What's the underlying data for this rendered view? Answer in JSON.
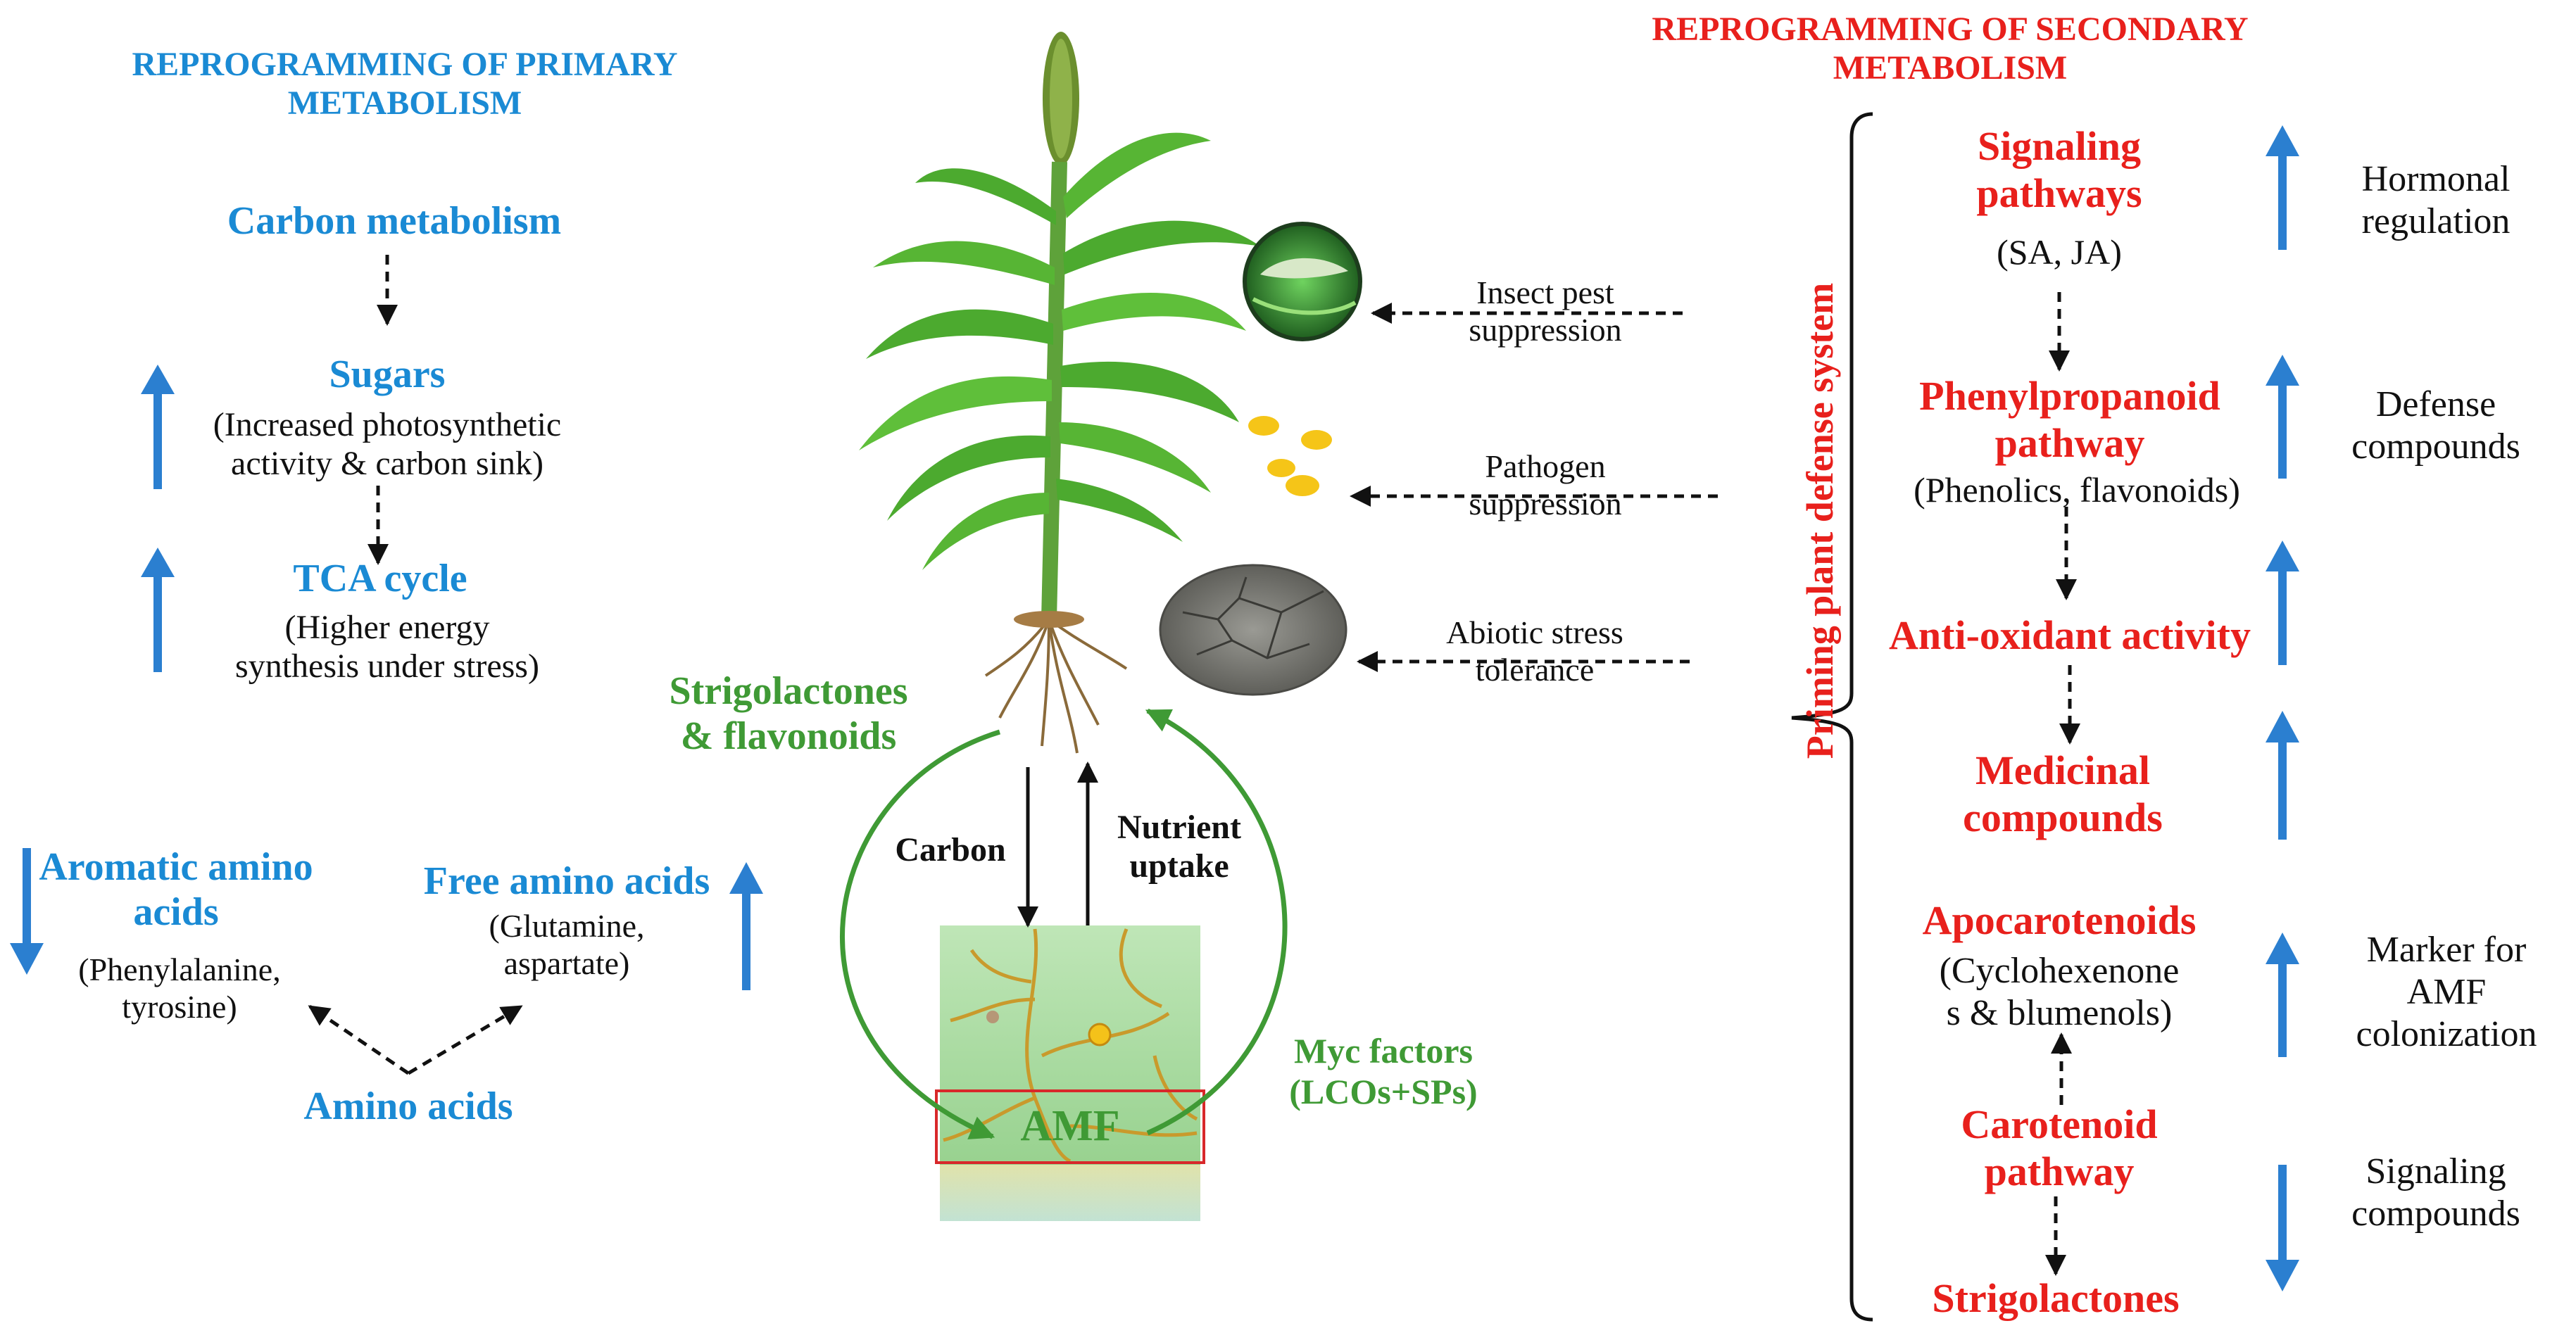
{
  "colors": {
    "primary": "#1a8ad4",
    "secondary": "#e8201c",
    "symbiosis": "#3f9a35",
    "arrow_up": "#2b7fd0",
    "plant": "#4caa2f",
    "soil": "#a6d8a0"
  },
  "primary": {
    "heading_line1": "REPROGRAMMING OF PRIMARY",
    "heading_line2": "METABOLISM",
    "carbon": "Carbon metabolism",
    "sugars_title": "Sugars",
    "sugars_desc1": "(Increased photosynthetic",
    "sugars_desc2": "activity & carbon sink)",
    "tca_title": "TCA cycle",
    "tca_desc1": "(Higher energy",
    "tca_desc2": "synthesis under stress)",
    "aromatic_title1": "Aromatic amino",
    "aromatic_title2": "acids",
    "aromatic_desc1": "(Phenylalanine,",
    "aromatic_desc2": "tyrosine)",
    "free_title": "Free amino acids",
    "free_desc1": "(Glutamine,",
    "free_desc2": "aspartate)",
    "amino": "Amino acids"
  },
  "center": {
    "insect1": "Insect pest",
    "insect2": "suppression",
    "pathogen1": "Pathogen",
    "pathogen2": "suppression",
    "abiotic1": "Abiotic stress",
    "abiotic2": "tolerance",
    "strigo1": "Strigolactones",
    "strigo2": "& flavonoids",
    "carbon": "Carbon",
    "nutrient1": "Nutrient",
    "nutrient2": "uptake",
    "amf": "AMF",
    "myc1": "Myc factors",
    "myc2": "(LCOs+SPs)",
    "priming": "Priming plant defense system"
  },
  "secondary": {
    "heading_line1": "REPROGRAMMING OF SECONDARY",
    "heading_line2": "METABOLISM",
    "signaling_title1": "Signaling",
    "signaling_title2": "pathways",
    "signaling_desc": "(SA, JA)",
    "phenyl_title1": "Phenylpropanoid",
    "phenyl_title2": "pathway",
    "phenyl_desc": "(Phenolics, flavonoids)",
    "antiox": "Anti-oxidant activity",
    "medicinal1": "Medicinal",
    "medicinal2": "compounds",
    "apo_title": "Apocarotenoids",
    "apo_desc1": "(Cyclohexenone",
    "apo_desc2": "s & blumenols)",
    "carot1": "Carotenoid",
    "carot2": "pathway",
    "strigo": "Strigolactones",
    "hormonal1": "Hormonal",
    "hormonal2": "regulation",
    "defense1": "Defense",
    "defense2": "compounds",
    "marker1": "Marker for",
    "marker2": "AMF",
    "marker3": "colonization",
    "sigcomp1": "Signaling",
    "sigcomp2": "compounds"
  }
}
